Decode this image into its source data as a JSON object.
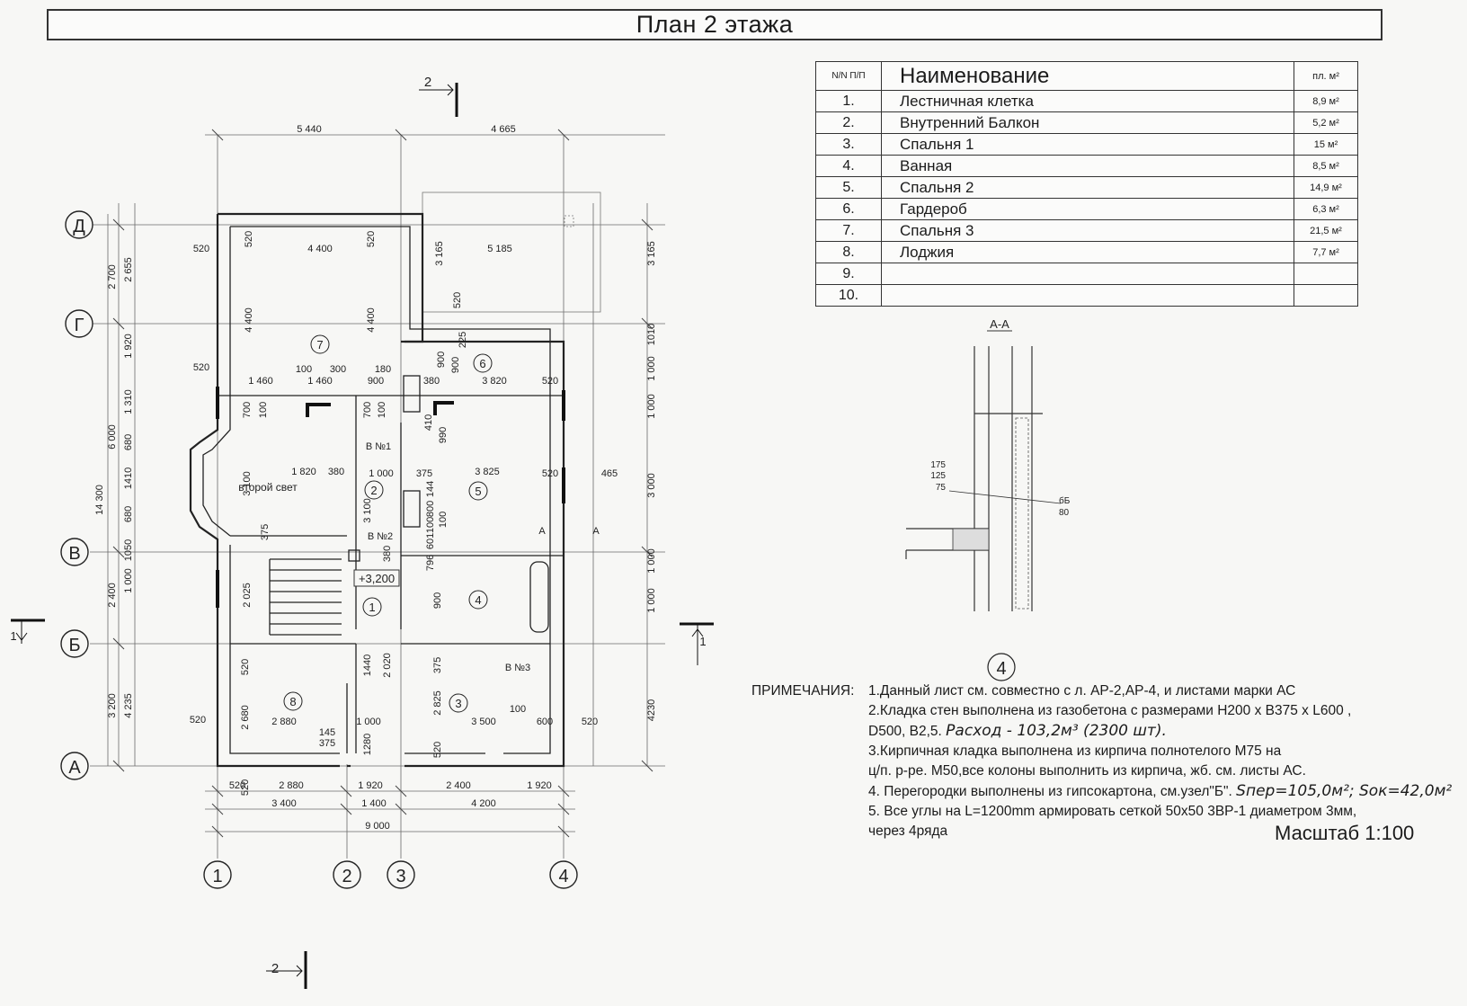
{
  "title": "План 2 этажа",
  "legend": {
    "headers": {
      "num": "N/N П/П",
      "name": "Наименование",
      "area": "пл. м²"
    },
    "rows": [
      {
        "num": "1.",
        "name": "Лестничная клетка",
        "area": "8,9 м²"
      },
      {
        "num": "2.",
        "name": "Внутренний Балкон",
        "area": "5,2 м²"
      },
      {
        "num": "3.",
        "name": "Спальня 1",
        "area": "15 м²"
      },
      {
        "num": "4.",
        "name": "Ванная",
        "area": "8,5 м²"
      },
      {
        "num": "5.",
        "name": "Спальня 2",
        "area": "14,9 м²"
      },
      {
        "num": "6.",
        "name": "Гардероб",
        "area": "6,3 м²"
      },
      {
        "num": "7.",
        "name": "Спальня 3",
        "area": "21,5 м²"
      },
      {
        "num": "8.",
        "name": "Лоджия",
        "area": "7,7 м²"
      },
      {
        "num": "9.",
        "name": "",
        "area": ""
      },
      {
        "num": "10.",
        "name": "",
        "area": ""
      }
    ]
  },
  "notes": {
    "label": "ПРИМЕЧАНИЯ:",
    "lines": [
      "1.Данный лист см. совместно с л. АР-2,АР-4, и листами марки АС",
      "2.Кладка стен  выполнена  из газобетона с размерами Н200 x B375 x L600 ,",
      "D500, B2,5.",
      "Расход - 103,2м³ (2300 шт).",
      "3.Кирпичная кладка выполнена из кирпича  полнотелого М75 на",
      "ц/п. р-ре. М50,все колоны выполнить из кирпича, жб. см. листы АС.",
      "4. Перегородки выполнены  из гипсокартона, см.узел\"Б\".",
      "Sпер=105,0м²; Sок=42,0м²",
      "5. Все углы на L=1200mm армировать сеткой 50x50 3ВР-1 диаметром 3мм,",
      "через 4ряда"
    ]
  },
  "scale": "Масштаб 1:100",
  "plan": {
    "axes_letters": [
      "Д",
      "Г",
      "В",
      "Б",
      "А"
    ],
    "axes_numbers": [
      "1",
      "2",
      "3",
      "4"
    ],
    "room_markers": [
      "1",
      "2",
      "3",
      "4",
      "5",
      "6",
      "7",
      "8"
    ],
    "section_marks": {
      "section1": "1",
      "section2": "2",
      "sectionA": "А"
    },
    "level_mark": "+3,200",
    "second_light": "второй свет",
    "bv": [
      "В №1",
      "В №2",
      "В №3"
    ],
    "top_dims": [
      "5 440",
      "4 665"
    ],
    "bottom_dims_1": [
      "520",
      "2 880",
      "1 920",
      "2 400",
      "1 920"
    ],
    "bottom_dims_2": [
      "3 400",
      "1 400",
      "4 200"
    ],
    "bottom_total": "9 000",
    "left_dims_outer": [
      "2 700",
      "1 920",
      "1 310",
      "680",
      "1410",
      "680",
      "1050",
      "1 000",
      "2 400",
      "3 200"
    ],
    "left_dims_inner": [
      "2 655",
      "6 000",
      "14 300",
      "4 235"
    ],
    "right_dims": [
      "3 165",
      "1010",
      "1 000",
      "1 000",
      "3 000",
      "1 000",
      "1 000",
      "4230"
    ],
    "inner_dims": {
      "r7": [
        "4 400",
        "520",
        "520",
        "3 165",
        "5 185",
        "4 400",
        "4 400",
        "520",
        "520"
      ],
      "row_a": [
        "520",
        "1 460",
        "100",
        "300",
        "1 460",
        "180",
        "900",
        "380",
        "3 820",
        "520"
      ],
      "row_b": [
        "1 820",
        "380",
        "1 000",
        "375",
        "3 825",
        "520",
        "465"
      ],
      "misc": [
        "700",
        "100",
        "700",
        "100",
        "410",
        "990",
        "900",
        "900",
        "225",
        "3 100",
        "3 100",
        "375",
        "2 025",
        "380",
        "144",
        "800",
        "100",
        "601",
        "796",
        "100",
        "900",
        "2 020",
        "1440",
        "375",
        "2 825",
        "520",
        "145",
        "375",
        "1280",
        "2 680",
        "520",
        "520",
        "2 880",
        "1 000",
        "3 500",
        "100",
        "600",
        "520",
        "520"
      ]
    }
  },
  "section": {
    "title": "А-А",
    "dims": [
      "175",
      "125",
      "75"
    ],
    "marks": [
      "бБ",
      "80"
    ],
    "node": "4"
  }
}
